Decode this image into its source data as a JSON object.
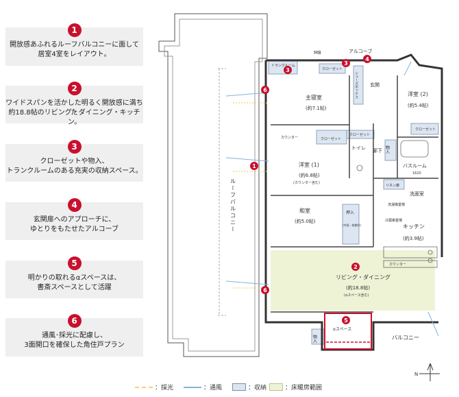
{
  "features": [
    {
      "num": "1",
      "line1": "開放感あふれるルーフバルコニーに面して",
      "line2": "居室4室をレイアウト。"
    },
    {
      "num": "2",
      "line1": "ワイドスパンを活かした明るく開放感に満ちた",
      "line2": "約18.8帖のリビング・ダイニング・キッチン。"
    },
    {
      "num": "3",
      "line1": "クローゼットや物入、",
      "line2": "トランクルームのある充実の収納スペース。"
    },
    {
      "num": "4",
      "line1": "玄関扉へのアプローチに、",
      "line2": "ゆとりをもたせたアルコーブ"
    },
    {
      "num": "5",
      "line1": "明かりの取れるαスペースは、",
      "line2": "書斎スペースとして活躍"
    },
    {
      "num": "6",
      "line1": "通風･採光に配慮し、",
      "line2": "3面開口を確保した角住戸プラン"
    }
  ],
  "plan": {
    "roof_balcony": "ルーフバルコニー",
    "mb": "MB",
    "alcove": "アルコーブ",
    "trunk_room": "トランクルーム",
    "closet": "クローゼット",
    "shoe_box": "シューズボックス",
    "genkan": "玄関",
    "master_bedroom": "主寝室",
    "master_size": "(約7.1帖)",
    "western2": "洋室 (2)",
    "western2_size": "(約5.4帖)",
    "counter": "カウンター",
    "toilet": "トイレ",
    "hallway": "廊下",
    "storage": "物入",
    "western1": "洋室 (1)",
    "western1_size": "(約6.8帖)",
    "western1_note": "(カウンター含む)",
    "bathroom": "バスルーム",
    "bath_size": "1620",
    "linen": "リネン庫",
    "washroom": "洗面室",
    "washer": "洗濯機置場",
    "fridge": "冷蔵庫置場",
    "washitsu": "和室",
    "washitsu_size": "(約5.0帖)",
    "oshiire": "押入",
    "oshiire_note": "(中段・枕棚付)",
    "kitchen": "キッチン",
    "kitchen_size": "(約3.9帖)",
    "living": "リビング・ダイニング",
    "living_size": "(約18.8帖)",
    "living_note": "(αスペース含む)",
    "alpha": "αスペース",
    "balcony": "バルコニー",
    "north": "N"
  },
  "legend": {
    "sunlight": "：採光",
    "ventilation": "：通風",
    "storage": "：収納",
    "floor_heating": "：床暖房範囲"
  },
  "colors": {
    "accent": "#c8102e",
    "storage_fill": "#dce6f2",
    "floor_heat_fill": "#eef3d6",
    "sun": "#f4d36a",
    "wind": "#7fb3dd"
  }
}
